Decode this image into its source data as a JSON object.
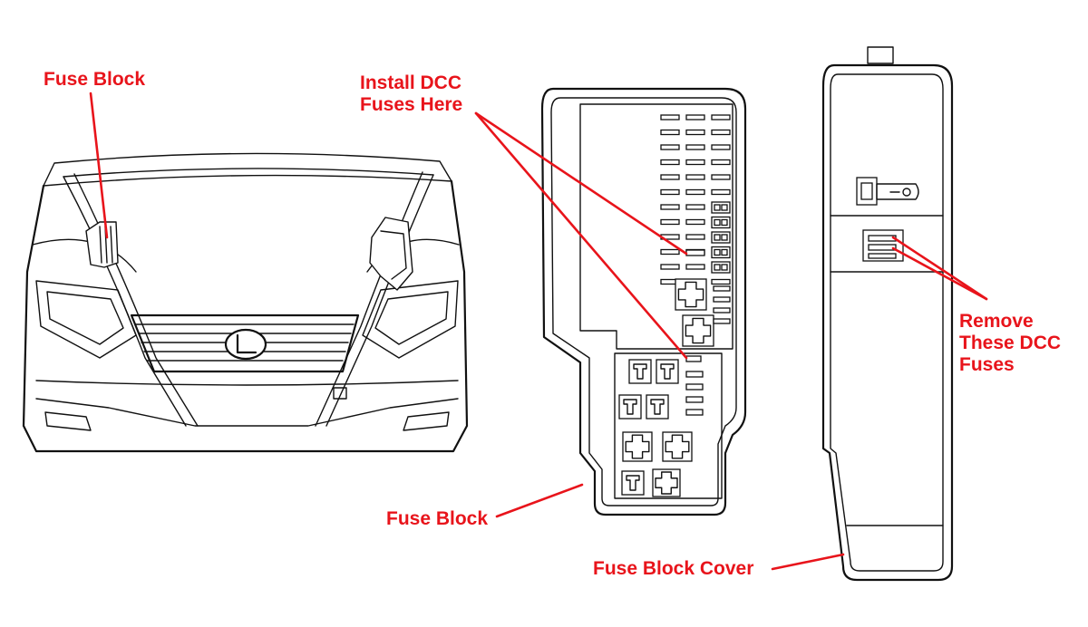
{
  "labels": {
    "fuse_block_car": "Fuse Block",
    "install_line1": "Install DCC",
    "install_line2": "Fuses Here",
    "fuse_block_main": "Fuse Block",
    "remove_line1": "Remove",
    "remove_line2": "These DCC",
    "remove_line3": "Fuses",
    "cover": "Fuse Block Cover"
  },
  "colors": {
    "callout": "#e8141b",
    "line_art": "#111111",
    "background": "#ffffff"
  }
}
